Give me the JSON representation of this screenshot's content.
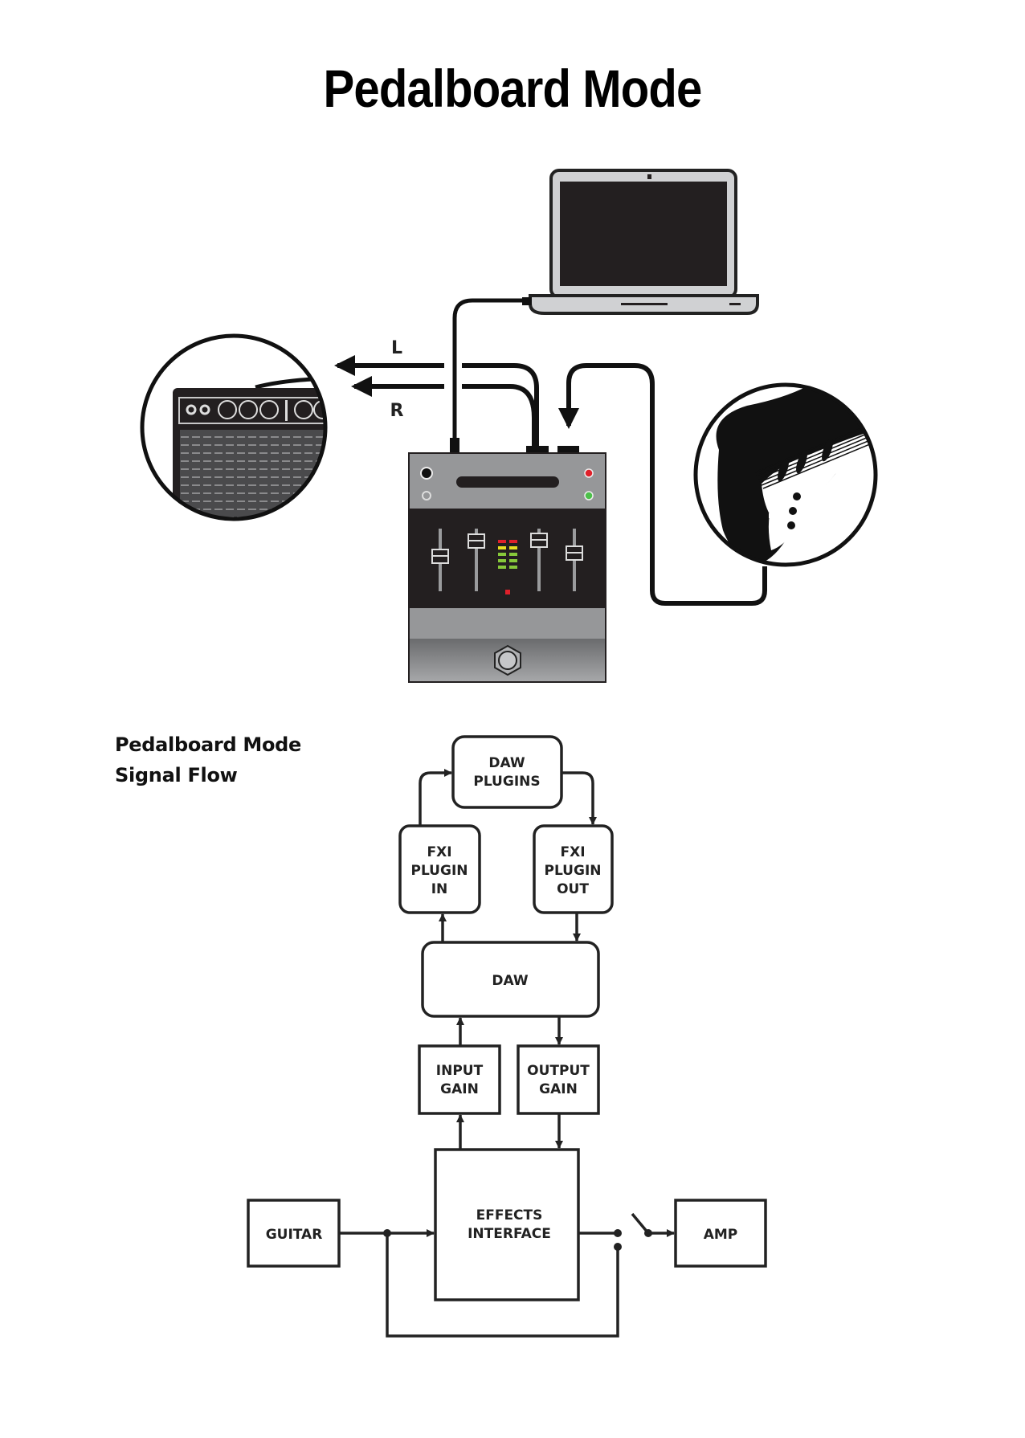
{
  "title": "Pedalboard Mode",
  "illustration": {
    "devices": [
      "laptop",
      "amplifier",
      "effects-interface-pedal",
      "electric-guitar"
    ],
    "labels": {
      "left_channel": "L",
      "right_channel": "R"
    },
    "colors": {
      "led_red": "#e0202a",
      "led_green": "#4cc04a",
      "meter_yellow": "#e8e020",
      "meter_green": "#86c83a",
      "meter_red": "#e0202a"
    }
  },
  "signal_flow": {
    "heading_line1": "Pedalboard Mode",
    "heading_line2": "Signal Flow",
    "blocks": {
      "daw_plugins": [
        "DAW",
        "PLUGINS"
      ],
      "fxi_plugin_in": [
        "FXI",
        "PLUGIN",
        "IN"
      ],
      "fxi_plugin_out": [
        "FXI",
        "PLUGIN",
        "OUT"
      ],
      "daw": [
        "DAW"
      ],
      "input_gain": [
        "INPUT",
        "GAIN"
      ],
      "output_gain": [
        "OUTPUT",
        "GAIN"
      ],
      "effects_interface": [
        "EFFECTS",
        "INTERFACE"
      ],
      "guitar": [
        "GUITAR"
      ],
      "amp": [
        "AMP"
      ]
    }
  }
}
